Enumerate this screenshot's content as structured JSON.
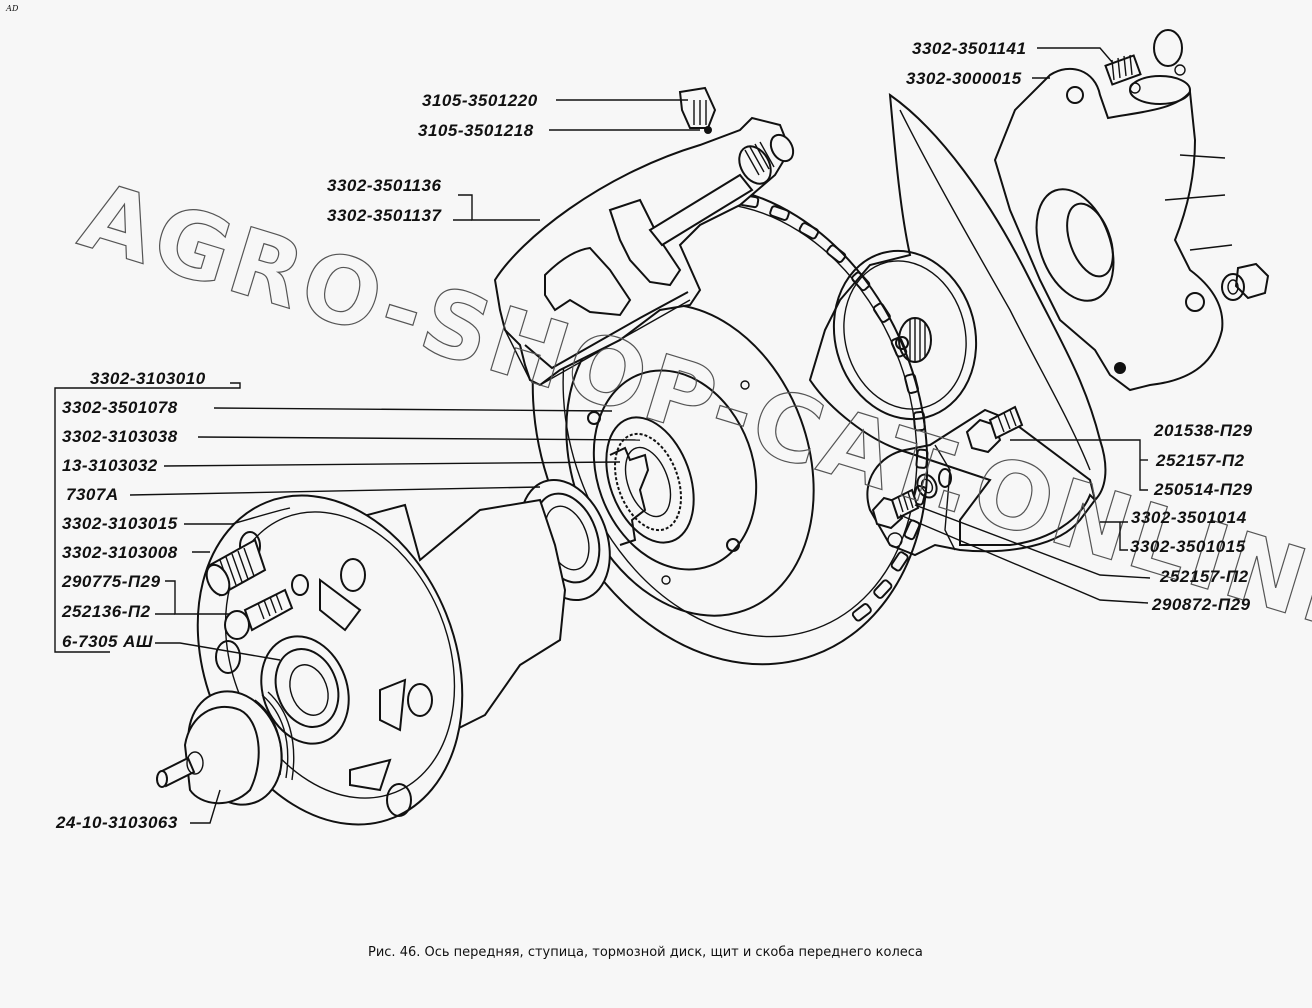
{
  "corner_mark": "АD",
  "caption": "Рис. 46. Ось передняя, ступица, тормозной диск, щит и скоба переднего колеса",
  "watermark": "AGRO-SHOP-CAT.ONLINE",
  "callouts": {
    "top_right": [
      "3302-3501141",
      "3302-3000015"
    ],
    "caliper_fitting": [
      "3105-3501220",
      "3105-3501218"
    ],
    "caliper": [
      "3302-3501136",
      "3302-3501137"
    ],
    "hub_group_header": "3302-3103010",
    "hub_group": [
      "3302-3501078",
      "3302-3103038",
      "13-3103032",
      "7307А",
      "3302-3103015",
      "3302-3103008",
      "290775-П29",
      "252136-П2",
      "6-7305 АШ"
    ],
    "cap": "24-10-3103063",
    "right_bolt_group": [
      "201538-П29",
      "252157-П2",
      "250514-П29"
    ],
    "shield": [
      "3302-3501014",
      "3302-3501015"
    ],
    "right_bottom": [
      "252157-П2",
      "290872-П29"
    ]
  }
}
